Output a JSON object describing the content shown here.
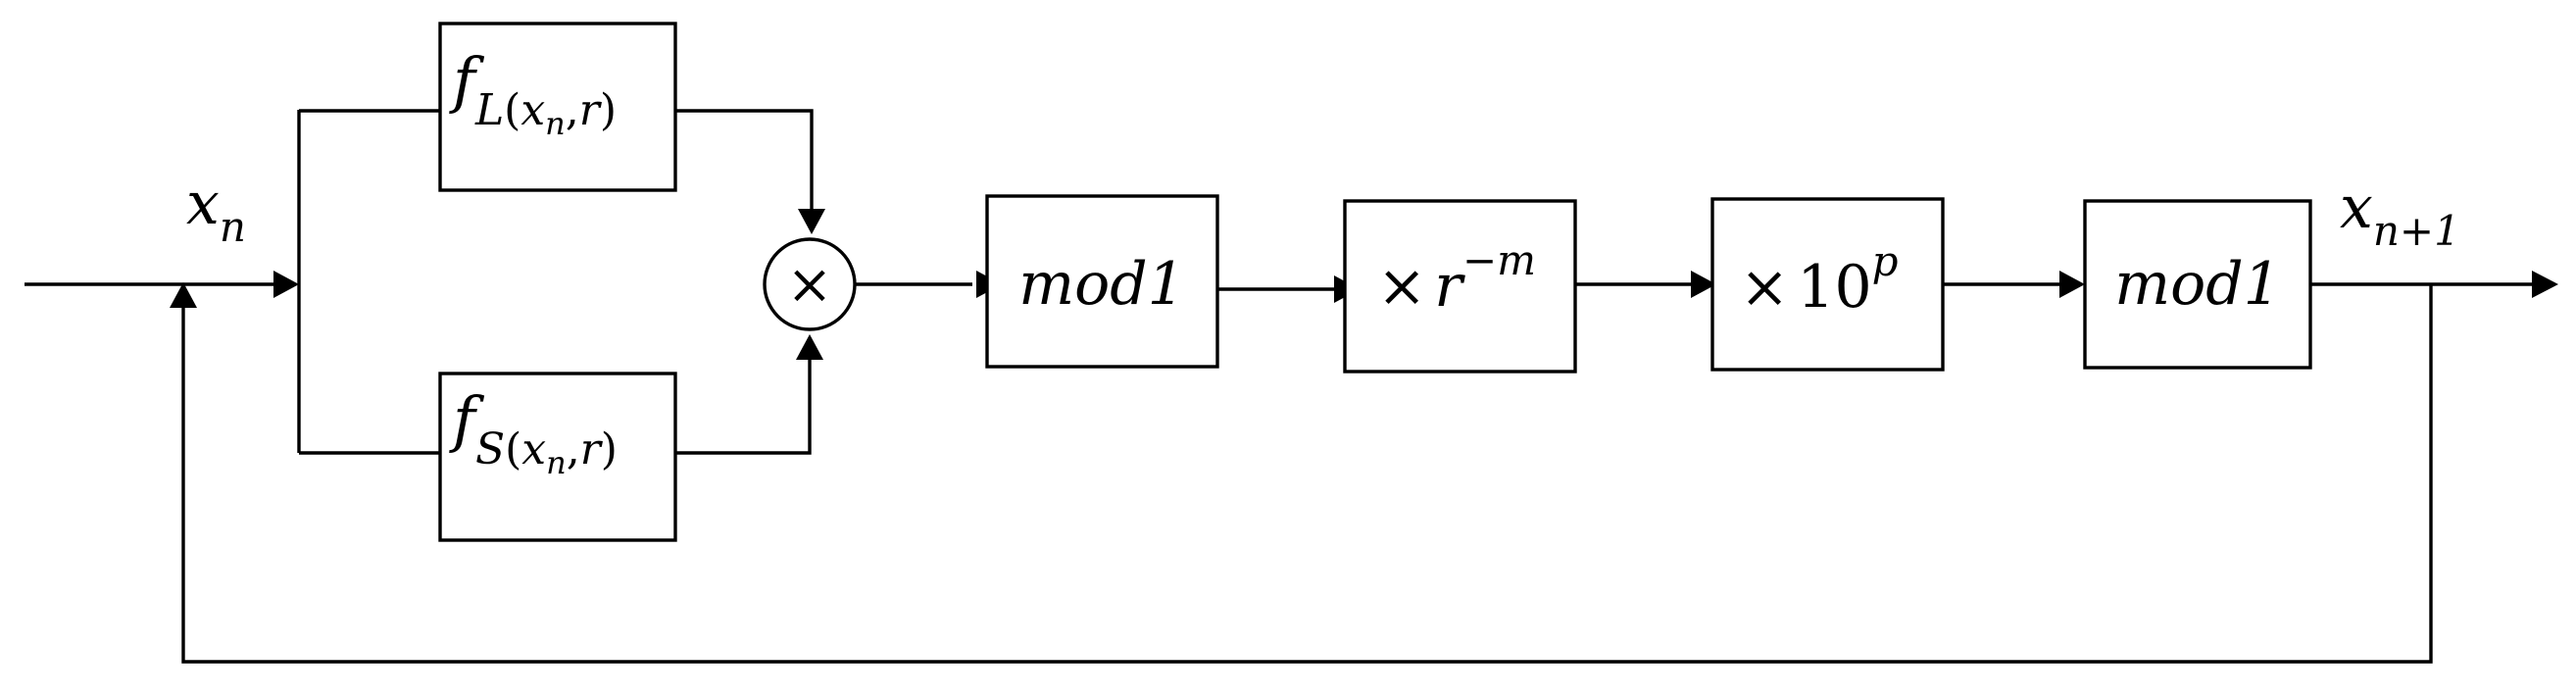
{
  "input_signal": {
    "base": "x",
    "sub": "n"
  },
  "output_signal": {
    "base": "x",
    "sub": "n+1"
  },
  "block_fl": {
    "base": "f",
    "sub_letter": "L",
    "lparen": "(",
    "sub_x": "x",
    "sub_n": "n",
    "comma": ",",
    "sub_r": "r",
    "rparen": ")"
  },
  "block_fs": {
    "base": "f",
    "sub_letter": "S",
    "lparen": "(",
    "sub_x": "x",
    "sub_n": "n",
    "comma": ",",
    "sub_r": "r",
    "rparen": ")"
  },
  "multiplier": {
    "symbol": "×"
  },
  "block_mod1_first": {
    "label": "mod1"
  },
  "block_r_power": {
    "times": "×",
    "base": "r",
    "exponent": "−m"
  },
  "block_ten_power": {
    "times": "×",
    "base": "10",
    "exponent": "p"
  },
  "block_mod1_second": {
    "label": "mod1"
  }
}
